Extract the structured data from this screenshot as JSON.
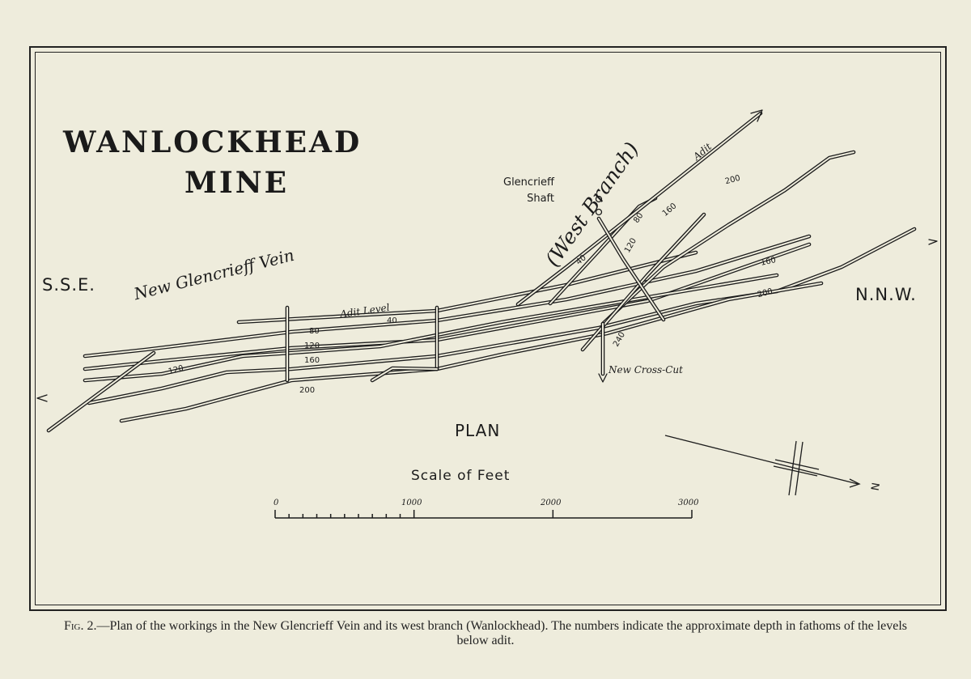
{
  "title": {
    "line1": "WANLOCKHEAD",
    "line2": "MINE"
  },
  "directions": {
    "left": "S.S.E.",
    "right": "N.N.W."
  },
  "labels": {
    "vein": "New Glencrieff Vein",
    "west_branch": "(West Branch)",
    "shaft": "Glencrieff\nShaft",
    "shaft_line1": "Glencrieff",
    "shaft_line2": "Shaft",
    "adit": "Adit",
    "adit_level": "Adit Level",
    "cross_cut": "New Cross-Cut",
    "plan": "PLAN",
    "north": "N"
  },
  "depths": [
    "40",
    "80",
    "120",
    "120",
    "160",
    "200",
    "40",
    "80",
    "120",
    "160",
    "200",
    "160",
    "200",
    "240"
  ],
  "scale": {
    "title": "Scale of Feet",
    "unit": "feet",
    "ticks": [
      "0",
      "1000",
      "2000",
      "3000"
    ]
  },
  "caption": {
    "fig": "Fig. 2.",
    "text": "—Plan of the workings in the New Glencrieff Vein and its west branch (Wanlockhead).  The numbers indicate the approximate depth in fathoms of the levels below adit."
  },
  "colors": {
    "paper": "#eeecdc",
    "ink": "#1c1c1c"
  }
}
